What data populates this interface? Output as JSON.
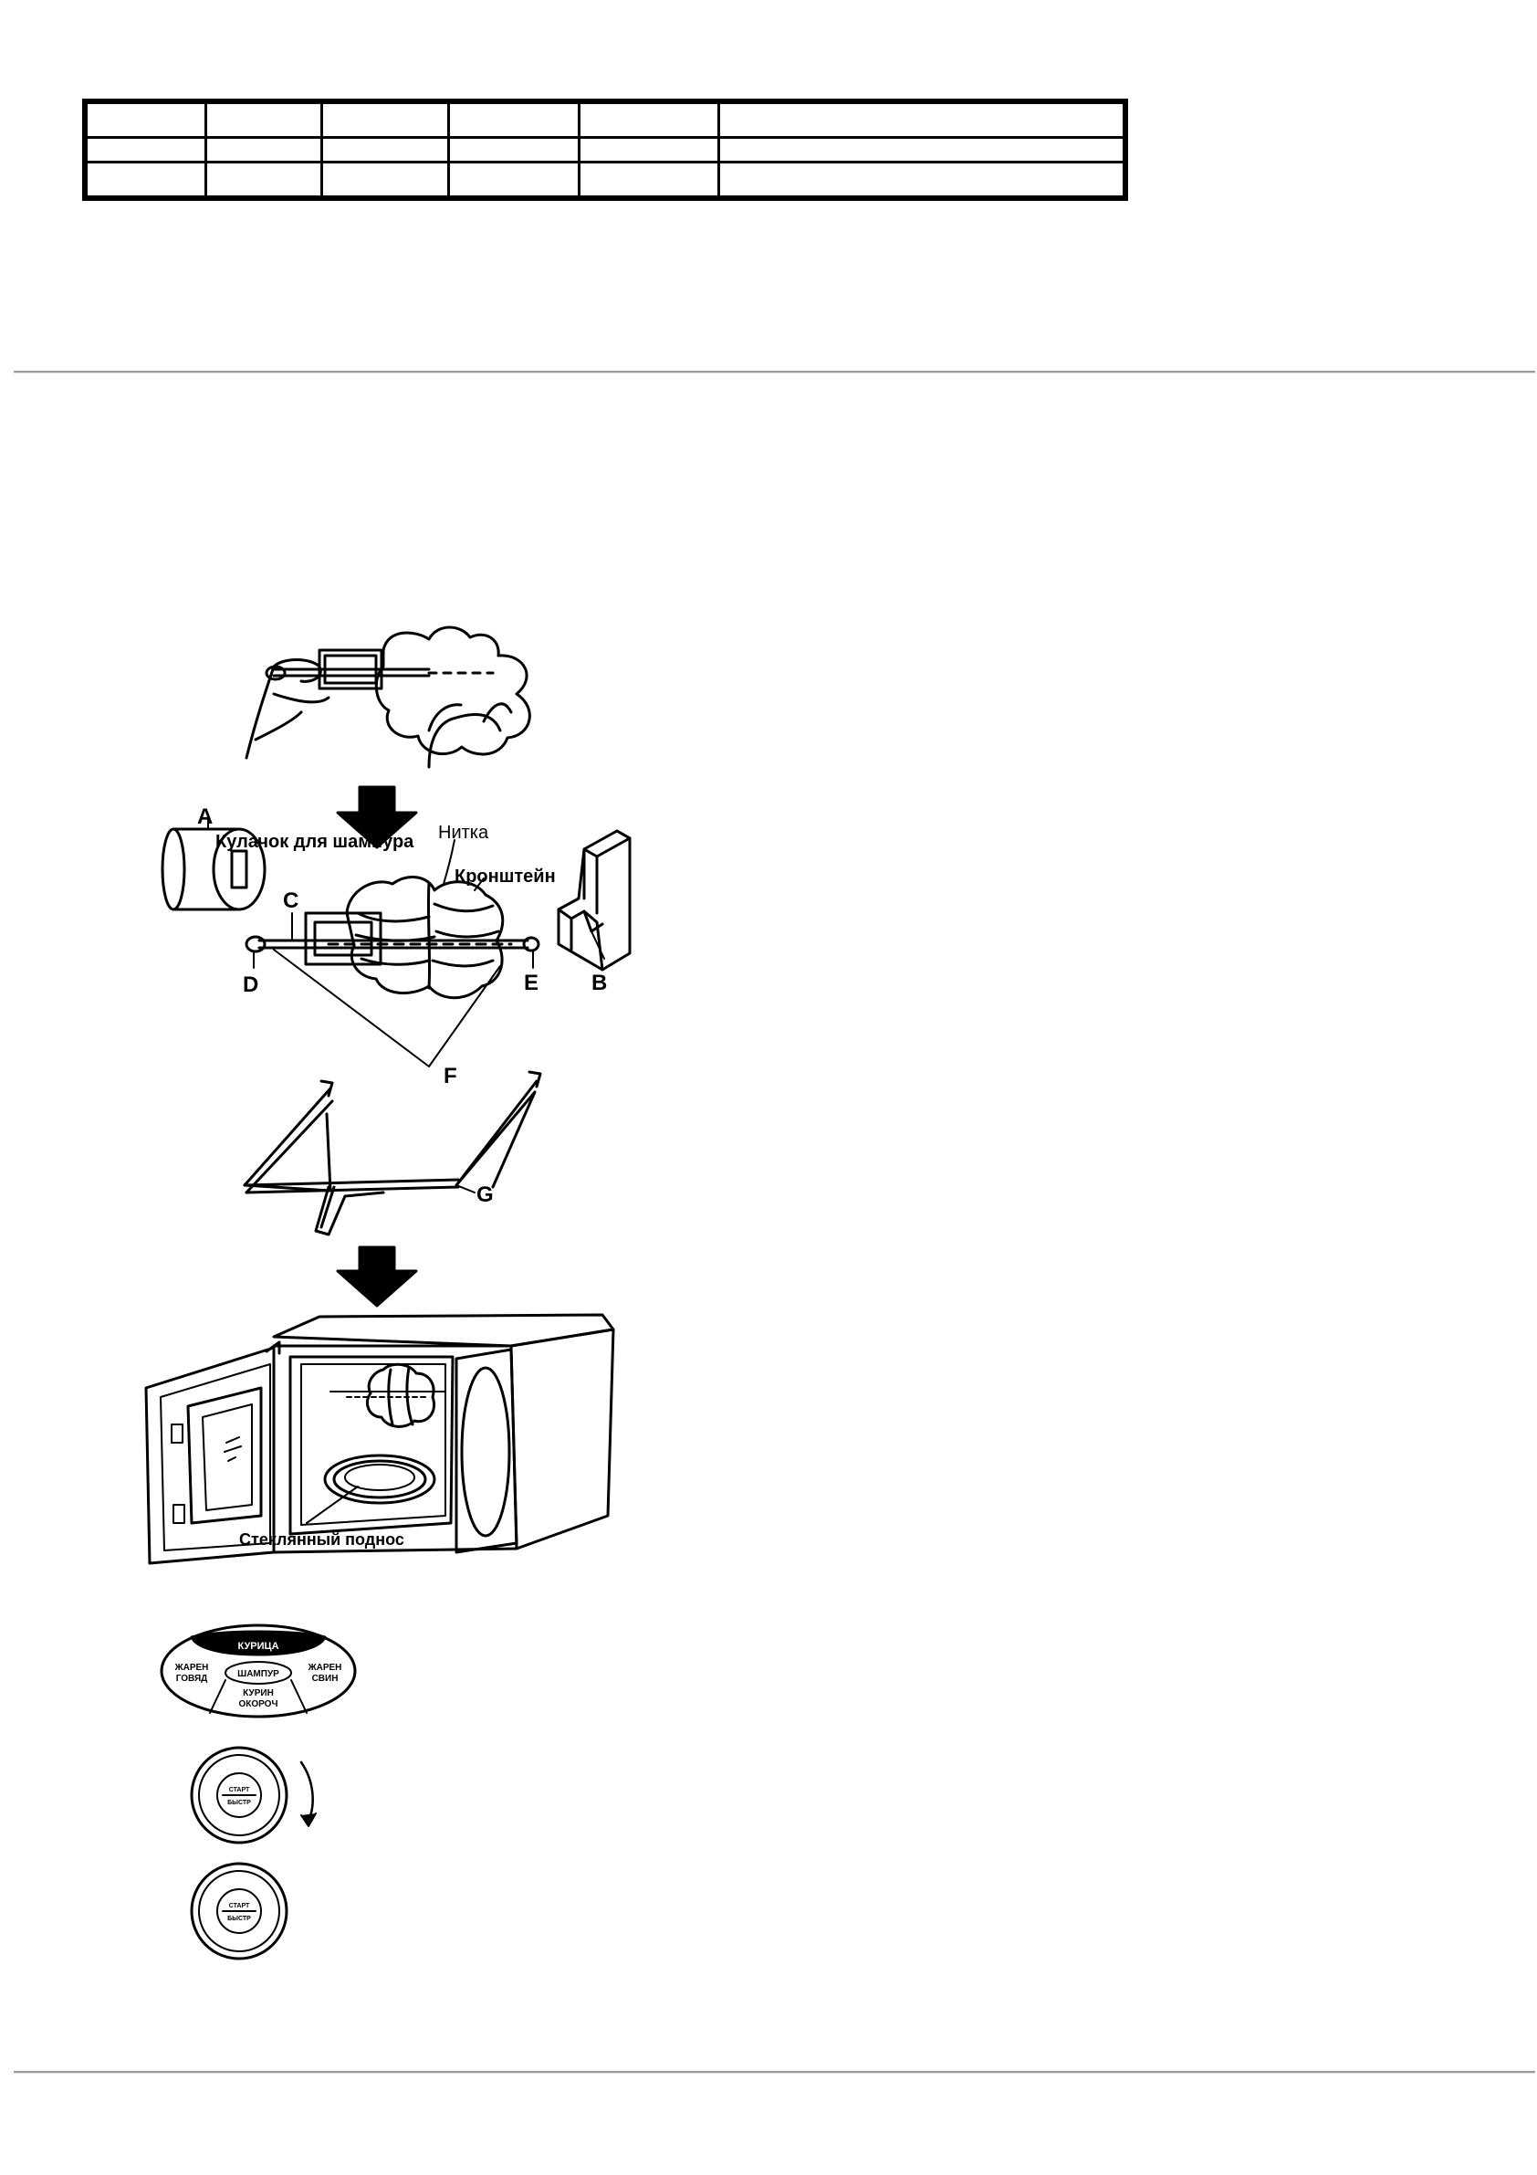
{
  "figure1_labels": {
    "cam": "Кулачок для шампура",
    "thread": "Нитка",
    "bracket": "Кронштейн",
    "letter_a": "A",
    "letter_b": "B",
    "letter_c": "C",
    "letter_d": "D",
    "letter_e": "E",
    "letter_f": "F",
    "letter_g": "G",
    "glass_tray": "Стеклянный поднос"
  },
  "dial_panel": {
    "top": "КУРИЦА",
    "left_line1": "ЖАРЕН",
    "left_line2": "ГОВЯД",
    "center": "ШАМПУР",
    "right_line1": "ЖАРЕН",
    "right_line2": "СВИН",
    "bottom_line1": "КУРИН",
    "bottom_line2": "ОКОРОЧ"
  },
  "start_knob": {
    "line1": "СТАРТ",
    "line2": "БЫСТР"
  },
  "colors": {
    "ink": "#000000",
    "rule": "#9a9a9a",
    "background": "#ffffff"
  }
}
